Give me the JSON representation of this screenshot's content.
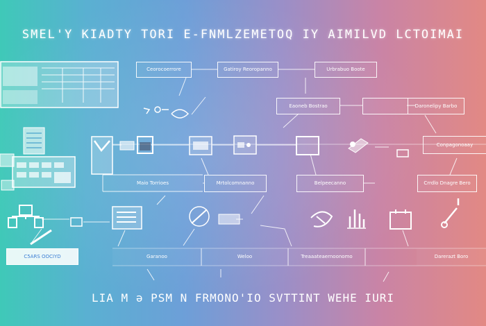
{
  "title": "SMEL'Y KIADTY TORI E-FNMLZEMETOQ IY AIMILVD LCTOIMAI",
  "footer": "LIA M  ə PSM N FRMONO'IO SVTTINT WEHE IURI",
  "colors": {
    "gradient_start": "#3fc9b8",
    "gradient_end": "#e28984",
    "line": "#ffffff",
    "highlight_text": "#3d7fd4"
  },
  "nodes": {
    "row1": [
      "Ceorocoerrore",
      "Gatiroy Reoropanno",
      "Urbrabuo Boote"
    ],
    "row2": [
      "Eaoneb Bostrao",
      "Daronelipy Barbo"
    ],
    "row3": [
      "Conpagonoaay"
    ],
    "row4": [
      "Maio Torrioes",
      "Mrtolcomnanno",
      "Belpeecanno",
      "Crrdlo Dnagre Bero"
    ],
    "row5": [
      "C5ARS OOCIYD",
      "Garanoo",
      "Weloo",
      "Treaaateaernoonomo",
      "Darerazt Boro"
    ]
  },
  "icons": [
    "dashboard-window-icon",
    "document-stack-icon",
    "computer-terminal-icon",
    "network-node-icon",
    "tablet-icon",
    "magnifier-icon",
    "checklist-icon",
    "card-icon",
    "folder-icon",
    "pill-capsule-icon",
    "printer-icon",
    "card-reader-icon",
    "empty-window-icon",
    "flask-icon",
    "server-box-icon",
    "camera-icon",
    "document-lines-icon",
    "leaf-chart-icon",
    "bar-chart-icon",
    "notebook-icon",
    "pen-icon",
    "small-device-icon",
    "plug-icon"
  ]
}
